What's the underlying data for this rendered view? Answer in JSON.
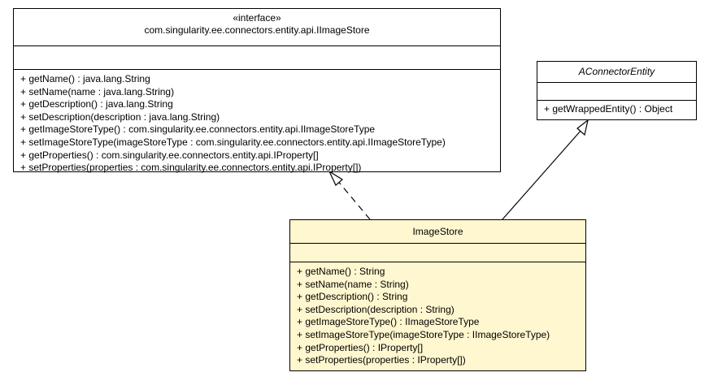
{
  "interface_box": {
    "stereotype": "«interface»",
    "name": "com.singularity.ee.connectors.entity.api.IImageStore",
    "operations": [
      "+ getName() : java.lang.String",
      "+ setName(name : java.lang.String)",
      "+ getDescription() : java.lang.String",
      "+ setDescription(description : java.lang.String)",
      "+ getImageStoreType() : com.singularity.ee.connectors.entity.api.IImageStoreType",
      "+ setImageStoreType(imageStoreType : com.singularity.ee.connectors.entity.api.IImageStoreType)",
      "+ getProperties() : com.singularity.ee.connectors.entity.api.IProperty[]",
      "+ setProperties(properties : com.singularity.ee.connectors.entity.api.IProperty[])"
    ]
  },
  "abstract_box": {
    "name": "AConnectorEntity",
    "operations": [
      "+ getWrappedEntity() : Object"
    ]
  },
  "class_box": {
    "name": "ImageStore",
    "operations": [
      "+ getName() : String",
      "+ setName(name : String)",
      "+ getDescription() : String",
      "+ setDescription(description : String)",
      "+ getImageStoreType() : IImageStoreType",
      "+ setImageStoreType(imageStoreType : IImageStoreType)",
      "+ getProperties() : IProperty[]",
      "+ setProperties(properties : IProperty[])"
    ]
  },
  "colors": {
    "highlight_fill": "#fff7cf",
    "border": "#000000",
    "background": "#ffffff"
  }
}
